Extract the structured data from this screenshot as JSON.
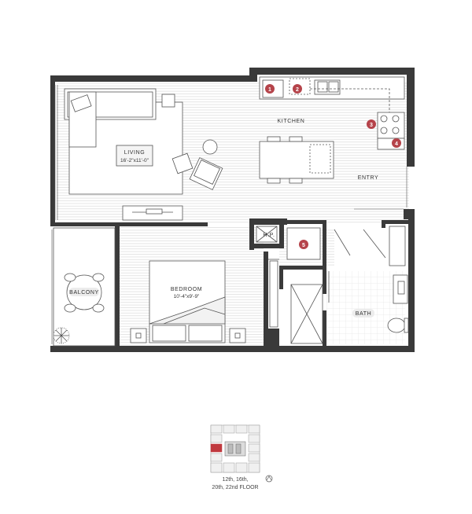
{
  "rooms": {
    "kitchen": {
      "name": "KITCHEN"
    },
    "living": {
      "name": "LIVING",
      "size": "16'-2\"x11'-0\""
    },
    "entry": {
      "name": "ENTRY"
    },
    "hp": {
      "name": "H.P."
    },
    "bedroom": {
      "name": "BEDROOM",
      "size": "10'-4\"x9'-9\""
    },
    "balcony": {
      "name": "BALCONY"
    },
    "bath": {
      "name": "BATH"
    }
  },
  "markers": [
    "1",
    "2",
    "3",
    "4",
    "5"
  ],
  "floors": {
    "line1": "12th, 16th,",
    "line2": "20th, 22nd FLOOR"
  },
  "colors": {
    "wall": "#3a3a3a",
    "marker": "#b5434a",
    "highlight": "#c0393f",
    "line": "#555555"
  }
}
